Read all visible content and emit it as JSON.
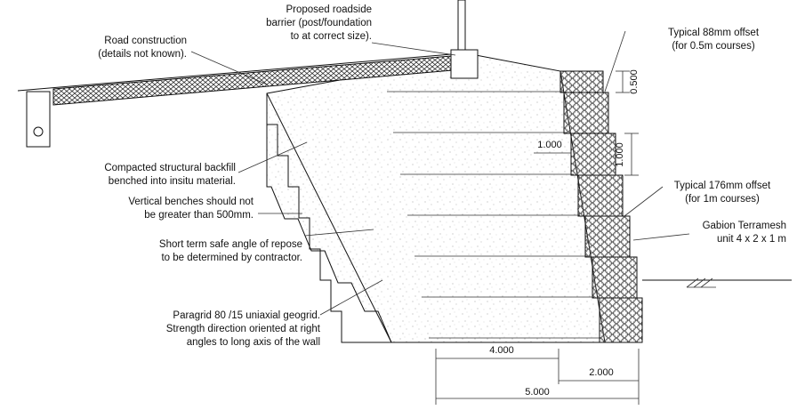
{
  "labels": {
    "road_construction": [
      "Road construction",
      "(details not known)."
    ],
    "barrier": [
      "Proposed roadside",
      "barrier (post/foundation",
      "to at correct size)."
    ],
    "backfill": [
      "Compacted structural backfill",
      "benched into insitu material."
    ],
    "benches": [
      "Vertical benches should not",
      "be greater than 500mm."
    ],
    "repose": [
      "Short term safe angle of repose",
      "to be determined by contractor."
    ],
    "geogrid": [
      "Paragrid 80 /15 uniaxial geogrid.",
      "Strength direction oriented at right",
      "angles to long axis of the wall"
    ],
    "offset_88": [
      "Typical 88mm offset",
      "(for 0.5m courses)"
    ],
    "offset_176": [
      "Typical 176mm offset",
      "(for 1m courses)"
    ],
    "gabion": [
      "Gabion Terramesh",
      "unit 4 x 2 x 1 m"
    ]
  },
  "dimensions": {
    "course_half": "0.500",
    "course_full": "1.000",
    "step": "1.000",
    "geogrid_len": "4.000",
    "gabion_len": "2.000",
    "total_len": "5.000"
  }
}
